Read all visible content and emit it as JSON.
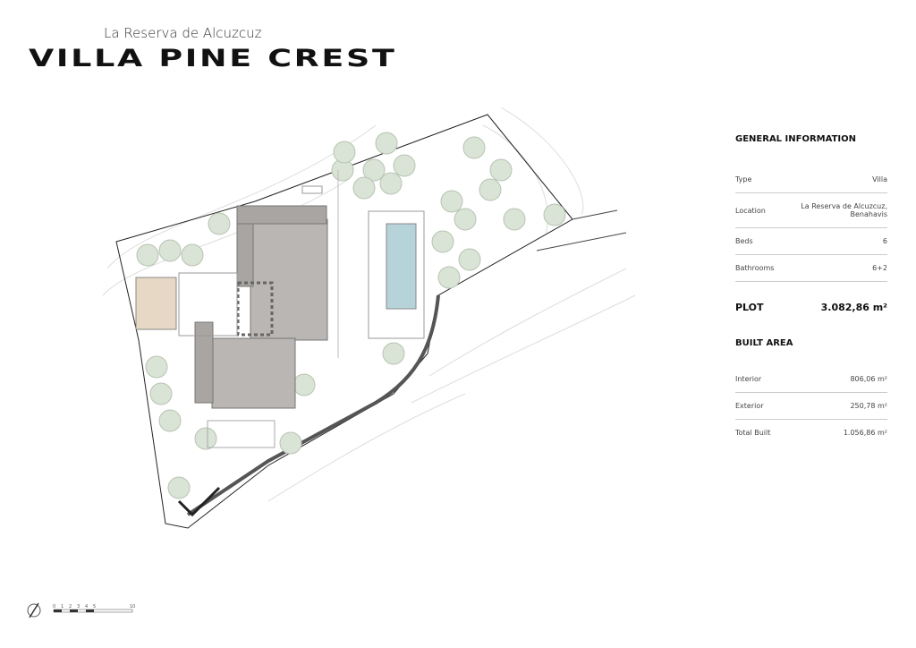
{
  "header": {
    "subtitle": "La Reserva de Alcuzcuz",
    "title": "VILLA PINE CREST"
  },
  "general": {
    "heading": "GENERAL INFORMATION",
    "rows": [
      {
        "label": "Type",
        "value": "Villa"
      },
      {
        "label": "Location",
        "value": "La Reserva de Alcuzcuz,",
        "value2": "Benahavis"
      },
      {
        "label": "Beds",
        "value": "6"
      },
      {
        "label": "Bathrooms",
        "value": "6+2"
      }
    ]
  },
  "plot": {
    "label": "PLOT",
    "value": "3.082,86 m²"
  },
  "built": {
    "heading": "BUILT AREA",
    "rows": [
      {
        "label": "Interior",
        "value": "806,06 m²"
      },
      {
        "label": "Exterior",
        "value": "250,78 m²"
      },
      {
        "label": "Total Built",
        "value": "1.056,86 m²"
      }
    ]
  },
  "scale": {
    "ticks": [
      "0",
      "1",
      "2",
      "3",
      "4",
      "5",
      "10"
    ]
  },
  "colors": {
    "roof": "#b9b6b3",
    "pool": "#b7d3da",
    "tree": "#d9e3d6",
    "road": "#555555"
  }
}
